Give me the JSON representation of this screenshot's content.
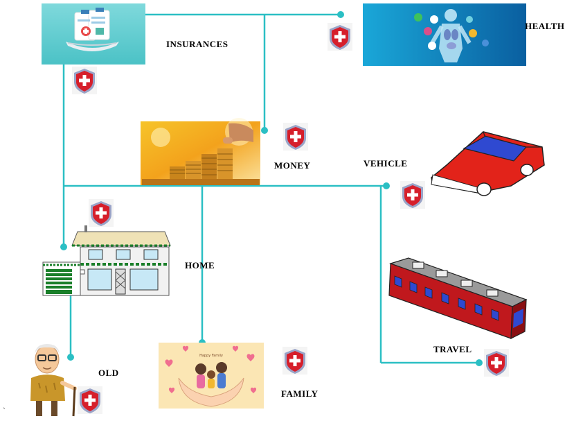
{
  "labels": {
    "insurances": "INSURANCES",
    "health": "HEALTH",
    "money": "MONEY",
    "vehicle": "VEHICLE",
    "home": "HOME",
    "old": "OLD",
    "family": "FAMILY",
    "travel": "TRAVEL",
    "stray_mark": "`"
  },
  "family_card_text": "Happy Family",
  "colors": {
    "connector": "#2bbfc4",
    "shield_red": "#d61f2b",
    "shield_frame": "#9aa4c8",
    "car_body": "#e2231a",
    "car_window": "#2f49d1",
    "bus_body": "#c0181d",
    "house_trim": "#1a7f2a"
  },
  "icons": [
    "shield-cross-icon",
    "clipboard-tray-icon",
    "human-body-icon",
    "coins-icon",
    "car-icon",
    "house-icon",
    "elderly-man-icon",
    "family-hands-icon",
    "bus-icon"
  ]
}
